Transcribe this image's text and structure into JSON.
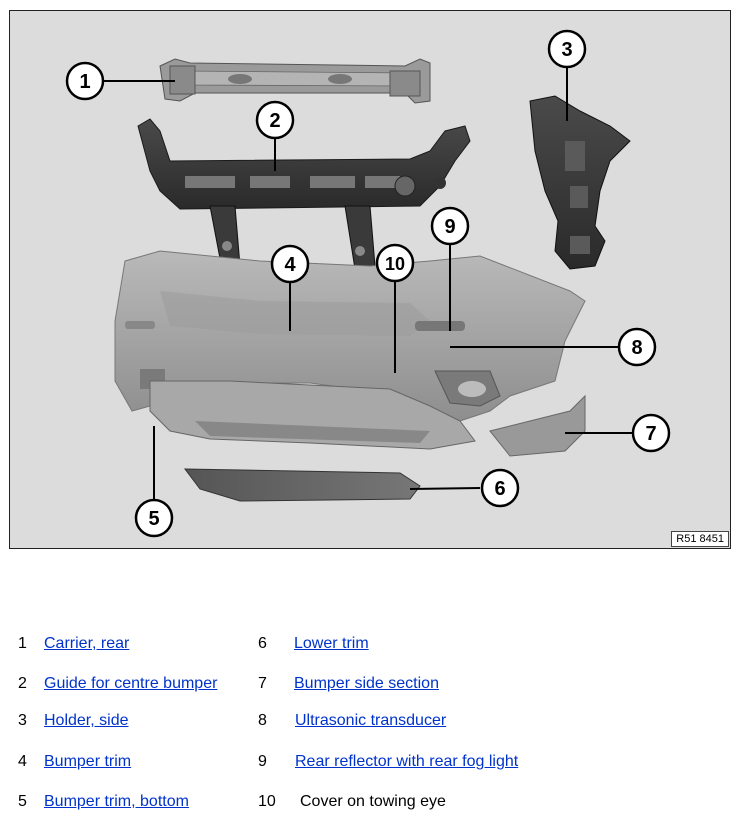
{
  "figure": {
    "reference_code": "R51 8451",
    "callouts": [
      "1",
      "2",
      "3",
      "4",
      "5",
      "6",
      "7",
      "8",
      "9",
      "10"
    ]
  },
  "legend": {
    "items": [
      {
        "number": "1",
        "label": "Carrier, rear",
        "link": true
      },
      {
        "number": "2",
        "label": "Guide for centre bumper",
        "link": true
      },
      {
        "number": "3",
        "label": "Holder, side",
        "link": true
      },
      {
        "number": "4",
        "label": "Bumper trim",
        "link": true
      },
      {
        "number": "5",
        "label": "Bumper trim, bottom",
        "link": true
      },
      {
        "number": "6",
        "label": "Lower trim",
        "link": true
      },
      {
        "number": "7",
        "label": "Bumper side section",
        "link": true
      },
      {
        "number": "8",
        "label": "Ultrasonic transducer",
        "link": true
      },
      {
        "number": "9",
        "label": "Rear reflector with rear fog light",
        "link": true
      },
      {
        "number": "10",
        "label": "Cover on towing eye",
        "link": false
      }
    ]
  }
}
